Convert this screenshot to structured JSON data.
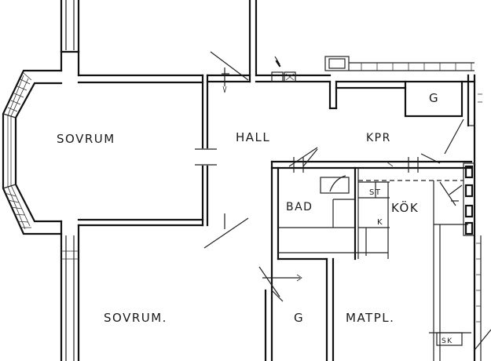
{
  "rooms": {
    "sovrum_1": "SOVRUM",
    "hall": "HALL",
    "kpr": "KPR",
    "bad": "BAD",
    "st": "ST",
    "kok": "KÖK",
    "k": "K",
    "sovrum_2": "SOVRUM.",
    "g_top": "G",
    "g_bottom": "G",
    "matpl": "MATPL.",
    "sk": "SK"
  },
  "colors": {
    "ink": "#111111",
    "paper": "#ffffff"
  }
}
